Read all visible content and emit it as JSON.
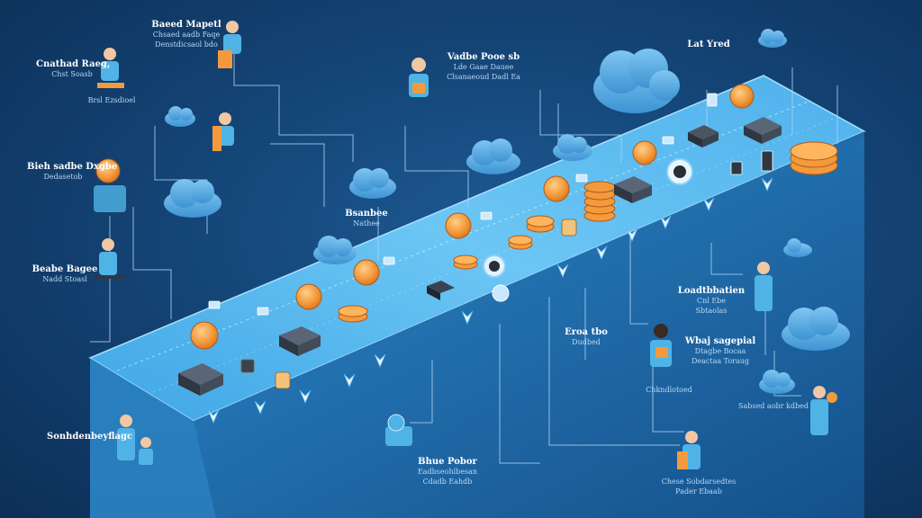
{
  "labels": {
    "top_left": {
      "title": "Baeed Mapetl",
      "sub1": "Chsaed aadb Faqe",
      "sub2": "Denstdicsaol bdo"
    },
    "upper_left": {
      "title": "Cnathad Raeg,",
      "sub1": "Chst Soasb",
      "sub2": "Brsl Ezsdioel"
    },
    "mid_left": {
      "title": "Bieh sadbe Dxgbe",
      "sub1": "Dedasetob"
    },
    "lower_left": {
      "title": "Beabe Bagee",
      "sub1": "Nadd Stoasl"
    },
    "bottom_left": {
      "title": "Sonhdenbeyflagc"
    },
    "center_small": {
      "title": "Bsanbee",
      "sub1": "Nathee"
    },
    "top_center": {
      "title": "Vadbe Pooe sb",
      "sub1": "Lde Gaae Dauee",
      "sub2": "Clsanaeoud Dadl Ea"
    },
    "top_right": {
      "title": "Lat Yred"
    },
    "right_upper": {
      "title": "Loadtbbatien",
      "sub1": "Cnl Ebe",
      "sub2": "Sbtaolas"
    },
    "right_mid": {
      "title": "Wbaj sagepial",
      "sub1": "Dtagbe Bocaa",
      "sub2": "Deactaa Toraug",
      "sub3": "Chkndlotoed"
    },
    "right_small": {
      "title": "Eroa tbo",
      "sub1": "Dudbed"
    },
    "bottom_center": {
      "title": "Bhue Pobor",
      "sub1": "Eadbseohlbesan",
      "sub2": "Cdadb Eahdb"
    },
    "bottom_right": {
      "title": "Chese Sobdarsedtes",
      "sub1": "Pader Ebaab"
    },
    "far_right": {
      "title": "Sabsed aobr kdbed"
    }
  }
}
